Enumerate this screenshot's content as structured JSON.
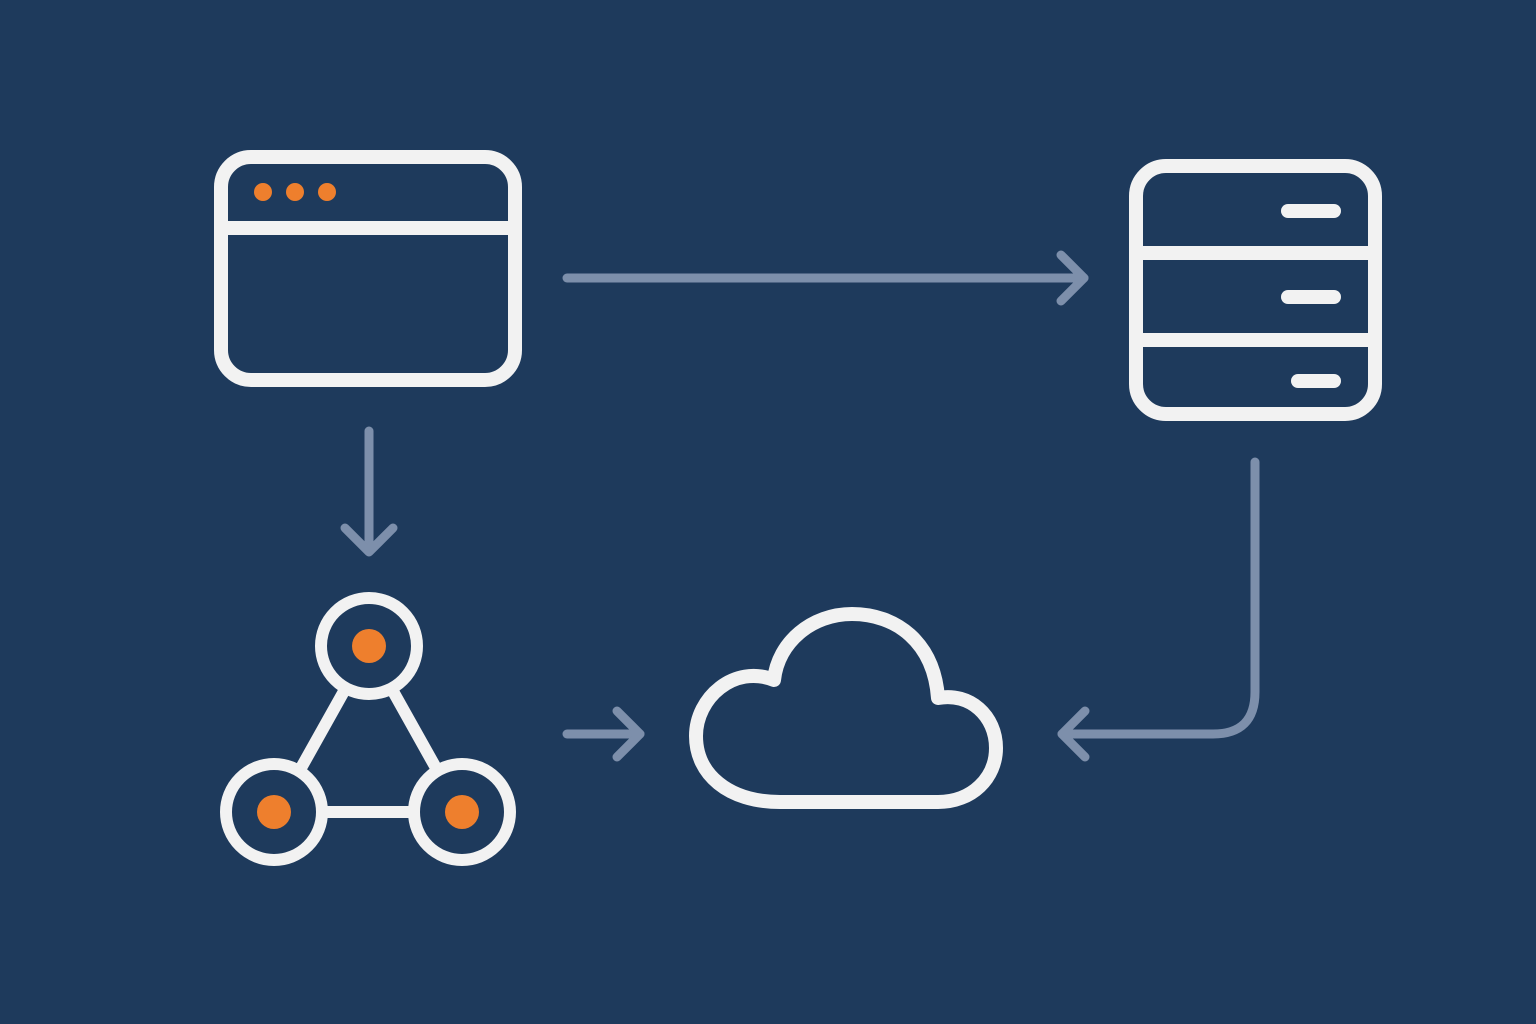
{
  "colors": {
    "background": "#1e3a5c",
    "icon_stroke": "#f2f2f2",
    "arrow_stroke": "#7d8fab",
    "accent": "#ee7f2d"
  },
  "diagram": {
    "nodes": [
      {
        "id": "browser",
        "icon": "browser-window-icon"
      },
      {
        "id": "server",
        "icon": "server-stack-icon"
      },
      {
        "id": "network",
        "icon": "network-nodes-icon"
      },
      {
        "id": "cloud",
        "icon": "cloud-icon"
      }
    ],
    "edges": [
      {
        "from": "browser",
        "to": "server"
      },
      {
        "from": "browser",
        "to": "network"
      },
      {
        "from": "network",
        "to": "cloud"
      },
      {
        "from": "server",
        "to": "cloud"
      }
    ]
  }
}
